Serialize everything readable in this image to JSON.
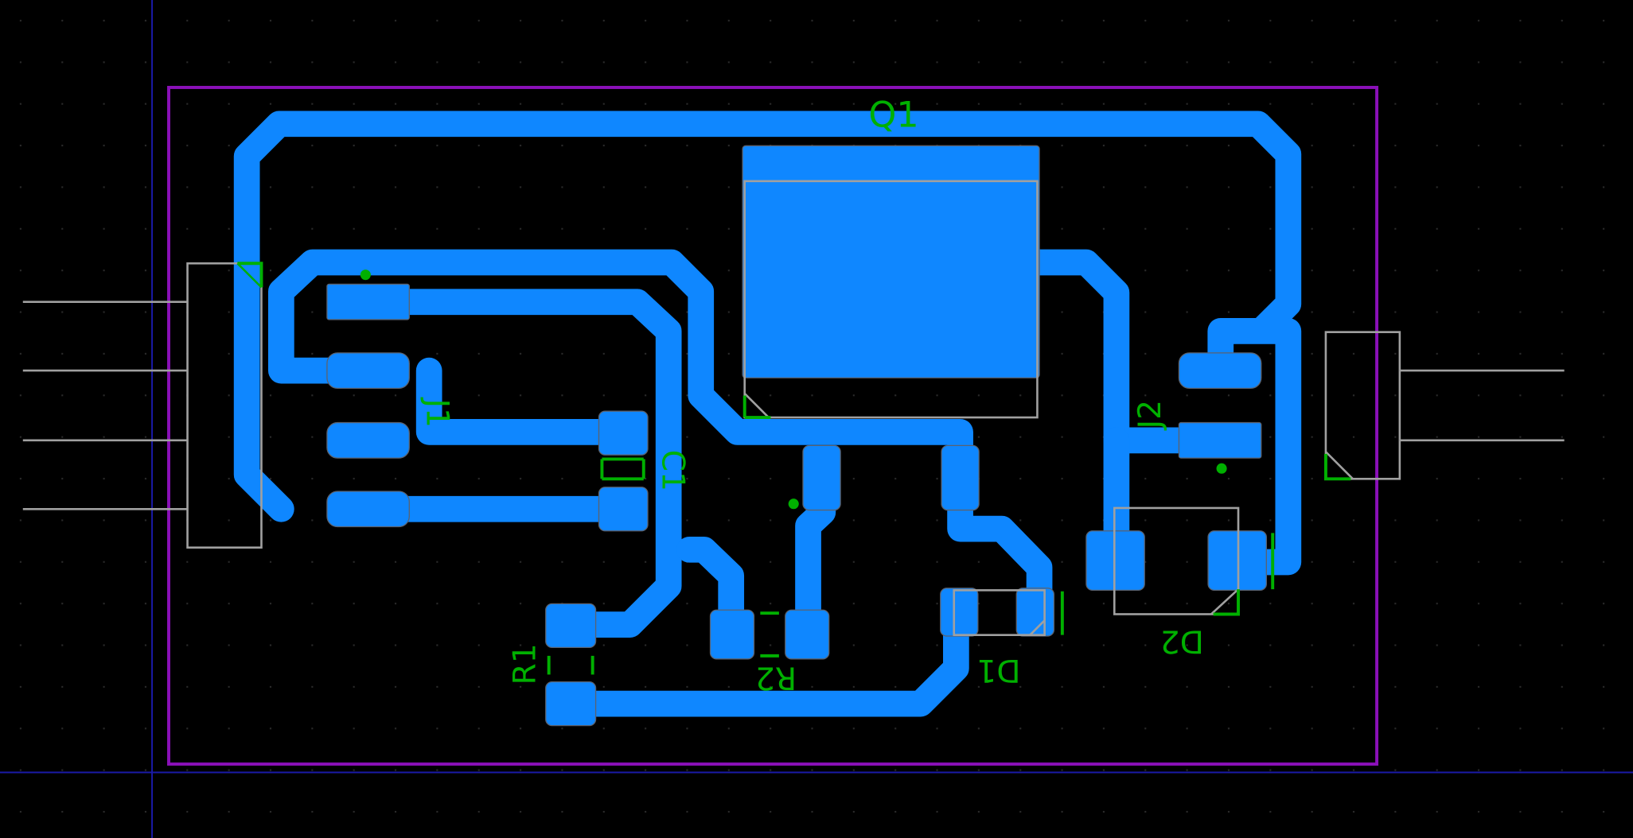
{
  "colors": {
    "background": "#000000",
    "grid_dot": "#2a2a2a",
    "origin_axis": "#1a1aa8",
    "board_outline": "#8a10b8",
    "copper": "#0f87ff",
    "silkscreen": "#00b000",
    "fab_outline": "#a0a0a0"
  },
  "labels": {
    "q1": "Q1",
    "j1": "J1",
    "j2": "J2",
    "c1": "C1",
    "r1": "R1",
    "r2": "R2",
    "d1": "D1",
    "d2": "D2"
  }
}
